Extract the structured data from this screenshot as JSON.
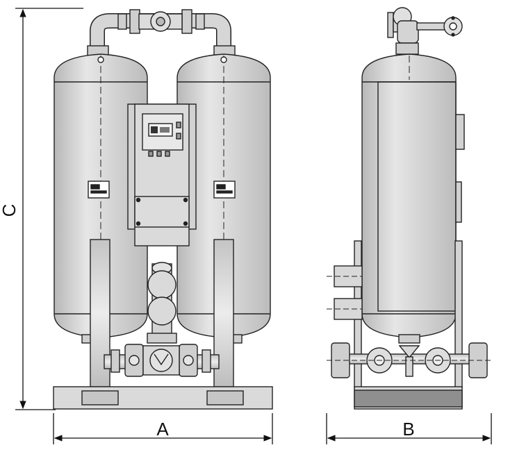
{
  "dimensions": {
    "width_label": "A",
    "depth_label": "B",
    "height_label": "C"
  },
  "colors": {
    "vessel": "#d9d9d9",
    "vessel_shade": "#bdbdbd",
    "pipe": "#cfcfcf",
    "outline": "#222222",
    "dim_line": "#111111"
  }
}
